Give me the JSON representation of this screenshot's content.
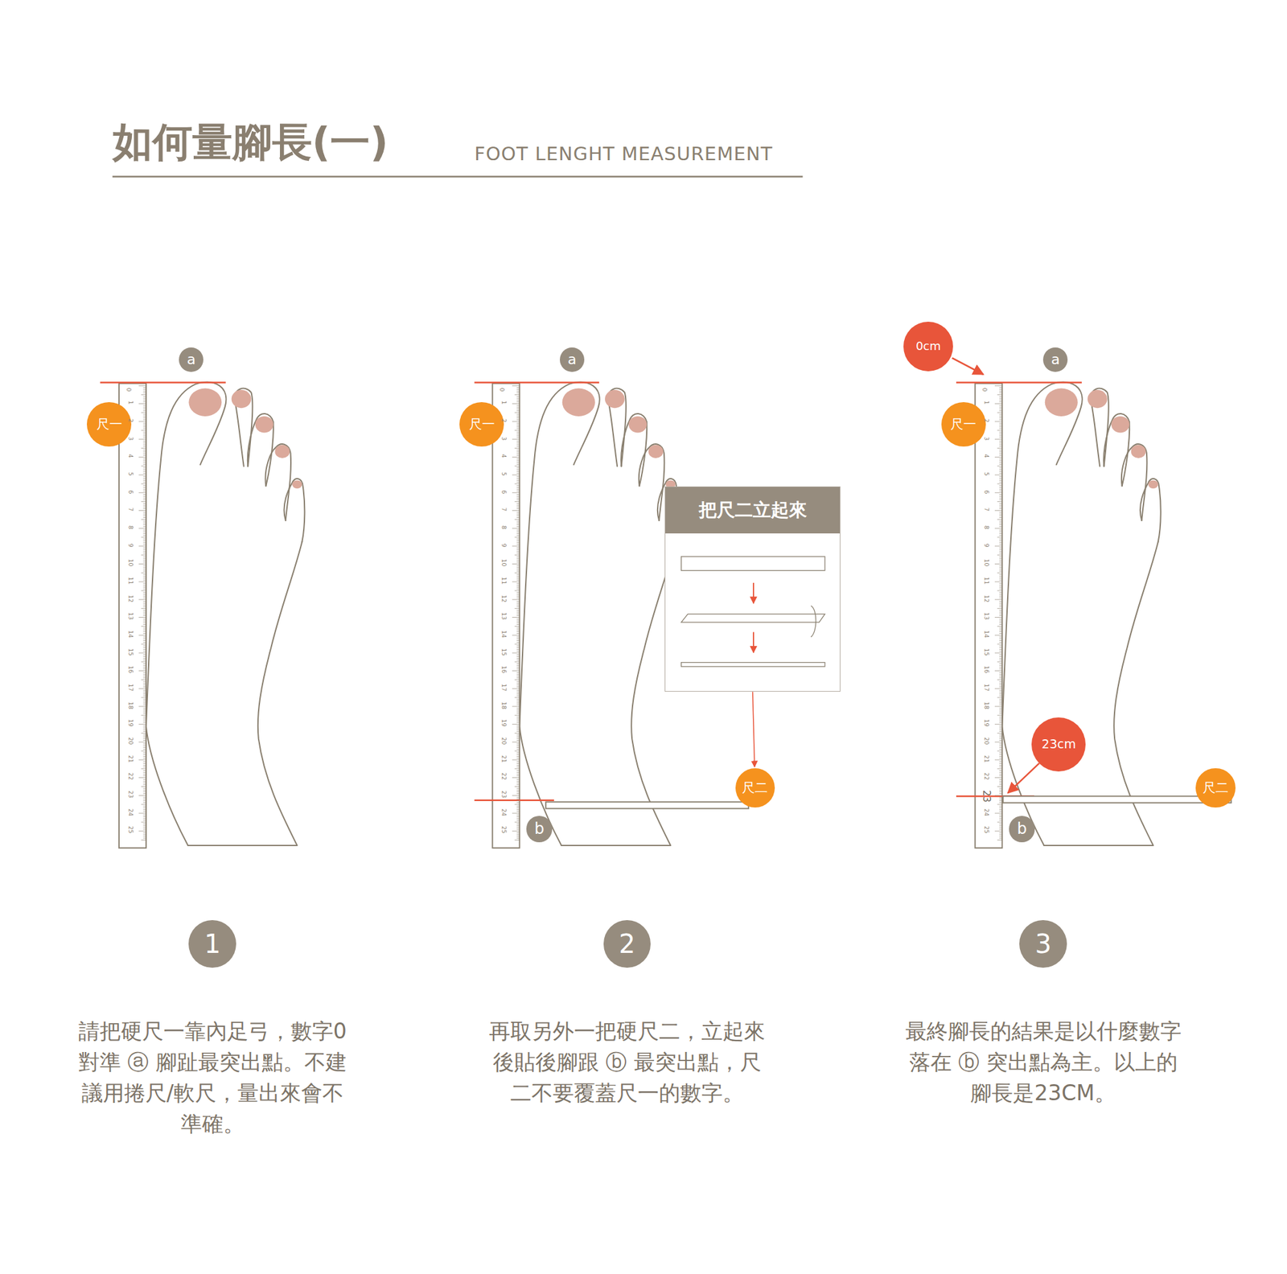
{
  "diagram": {
    "title": "如何量腳長(一)",
    "nodes": [
      {
        "text": [
          "a"
        ]
      },
      {
        "text": [
          "尺一"
        ]
      },
      {
        "text": [
          "a"
        ]
      },
      {
        "text": [
          "尺一"
        ]
      },
      {
        "text": [
          "把尺二立起來"
        ]
      },
      {
        "text": [
          "尺二"
        ]
      },
      {
        "text": [
          "b"
        ]
      },
      {
        "text": [
          "0cm"
        ]
      },
      {
        "text": [
          "a"
        ]
      },
      {
        "text": [
          "尺一"
        ]
      },
      {
        "text": [
          "23cm"
        ]
      },
      {
        "text": [
          "尺二"
        ]
      },
      {
        "text": [
          "b"
        ]
      },
      {
        "text": [
          "1"
        ]
      },
      {
        "text": [
          "2"
        ]
      },
      {
        "text": [
          "3"
        ]
      }
    ],
    "edges": [
      {
        "from": 4,
        "to": 5,
        "arrow": "to"
      }
    ],
    "labels": [
      "FOOT LENGHT MEASUREMENT",
      "0",
      "1",
      "2",
      "3",
      "4",
      "5",
      "6",
      "7",
      "8",
      "9",
      "10",
      "11",
      "12",
      "13",
      "14",
      "15",
      "16",
      "17",
      "18",
      "19",
      "20",
      "21",
      "22",
      "23",
      "24",
      "25",
      "0",
      "1",
      "2",
      "3",
      "4",
      "5",
      "6",
      "7",
      "8",
      "9",
      "10",
      "11",
      "12",
      "13",
      "14",
      "15",
      "16",
      "17",
      "18",
      "19",
      "20",
      "21",
      "22",
      "23",
      "24",
      "25",
      "0",
      "1",
      "2",
      "3",
      "4",
      "5",
      "6",
      "7",
      "8",
      "9",
      "10",
      "11",
      "12",
      "13",
      "14",
      "15",
      "16",
      "17",
      "18",
      "19",
      "20",
      "21",
      "22",
      "23",
      "24",
      "25",
      "請把硬尺一靠內足弓，數字0對準 ⓐ 腳趾最突出點。不建議用捲尺/軟尺，量出來會不準確。",
      "再取另外一把硬尺二，立起來後貼後腳跟 ⓑ 最突出點，尺二不要覆蓋尺一的數字。",
      "最終腳長的結果是以什麼數字落在 ⓑ 突出點為主。以上的腳長是23CM。"
    ]
  }
}
